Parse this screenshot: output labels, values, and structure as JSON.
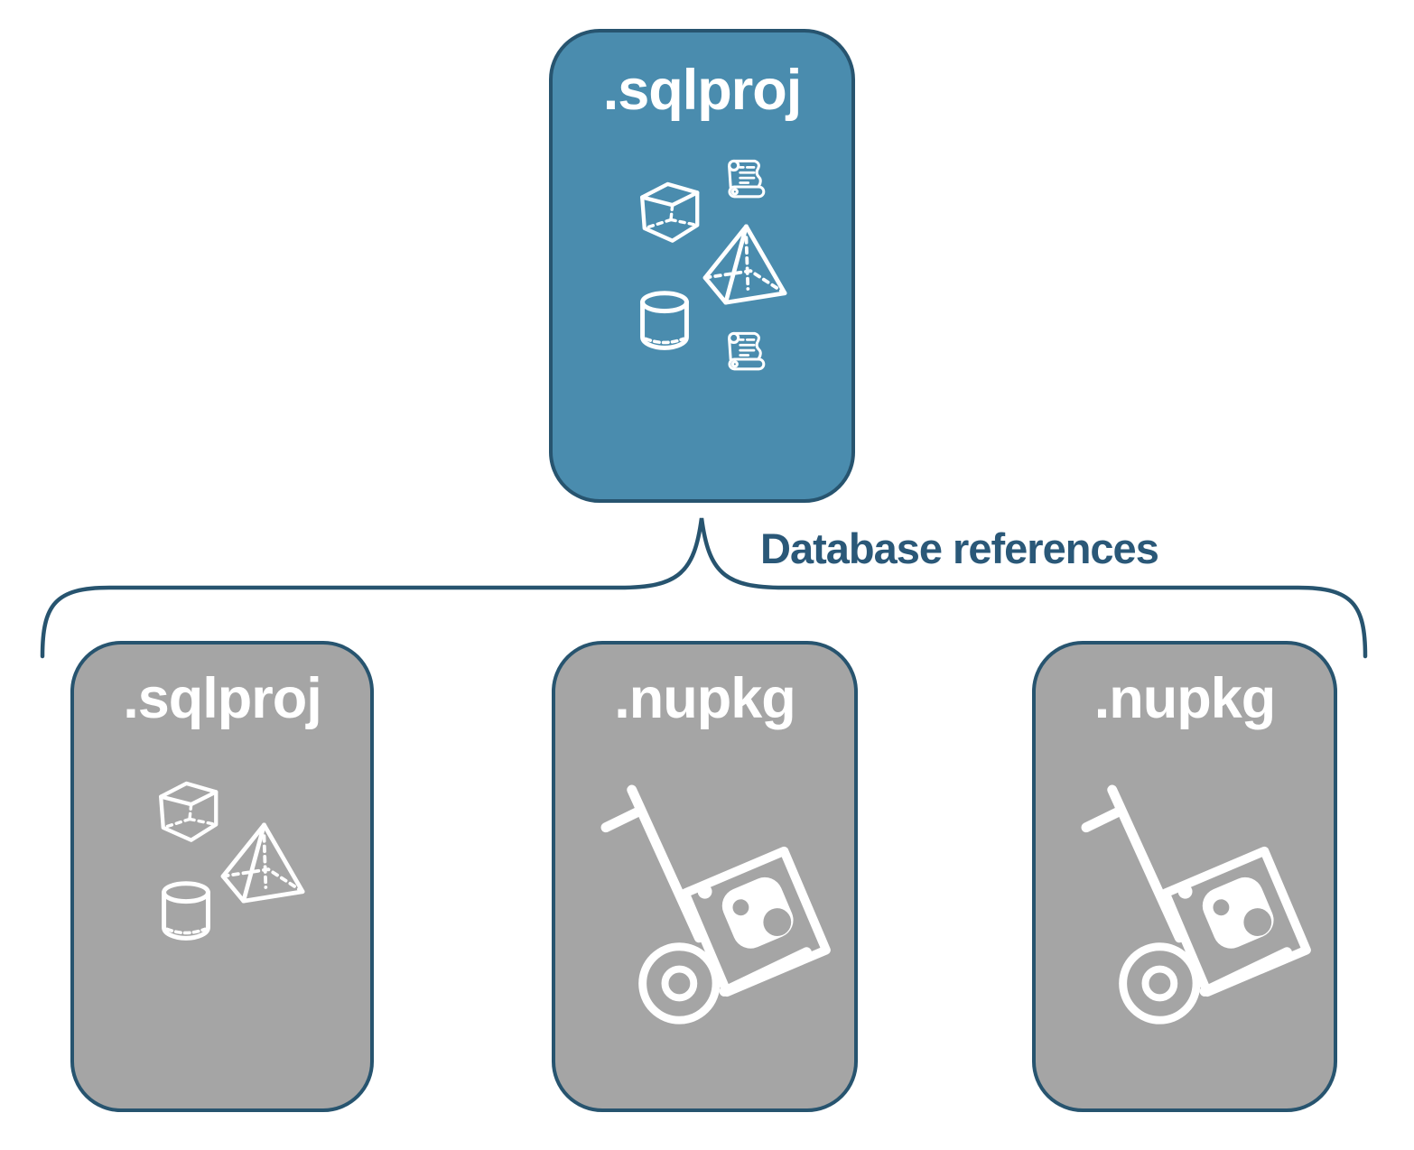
{
  "diagram": {
    "root_box": {
      "label": ".sqlproj"
    },
    "connector": {
      "label": "Database references"
    },
    "child_boxes": [
      {
        "label": ".sqlproj"
      },
      {
        "label": ".nupkg"
      },
      {
        "label": ".nupkg"
      }
    ],
    "icons": {
      "root_box": [
        "script-scroll-icon",
        "cube-icon",
        "pyramid-icon",
        "cylinder-icon",
        "script-scroll-icon"
      ],
      "child_sqlproj": [
        "cube-icon",
        "pyramid-icon",
        "cylinder-icon"
      ],
      "child_nupkg": [
        "nuget-dolly-icon"
      ]
    },
    "colors": {
      "root_box_fill": "#4A8CAE",
      "child_box_fill": "#A5A5A5",
      "box_border": "#27546F",
      "box_label_text": "#FFFFFF",
      "brace_line": "#27546F",
      "connector_text": "#2A5878",
      "icon_stroke": "#FFFFFF",
      "background": "#FFFFFF"
    }
  }
}
